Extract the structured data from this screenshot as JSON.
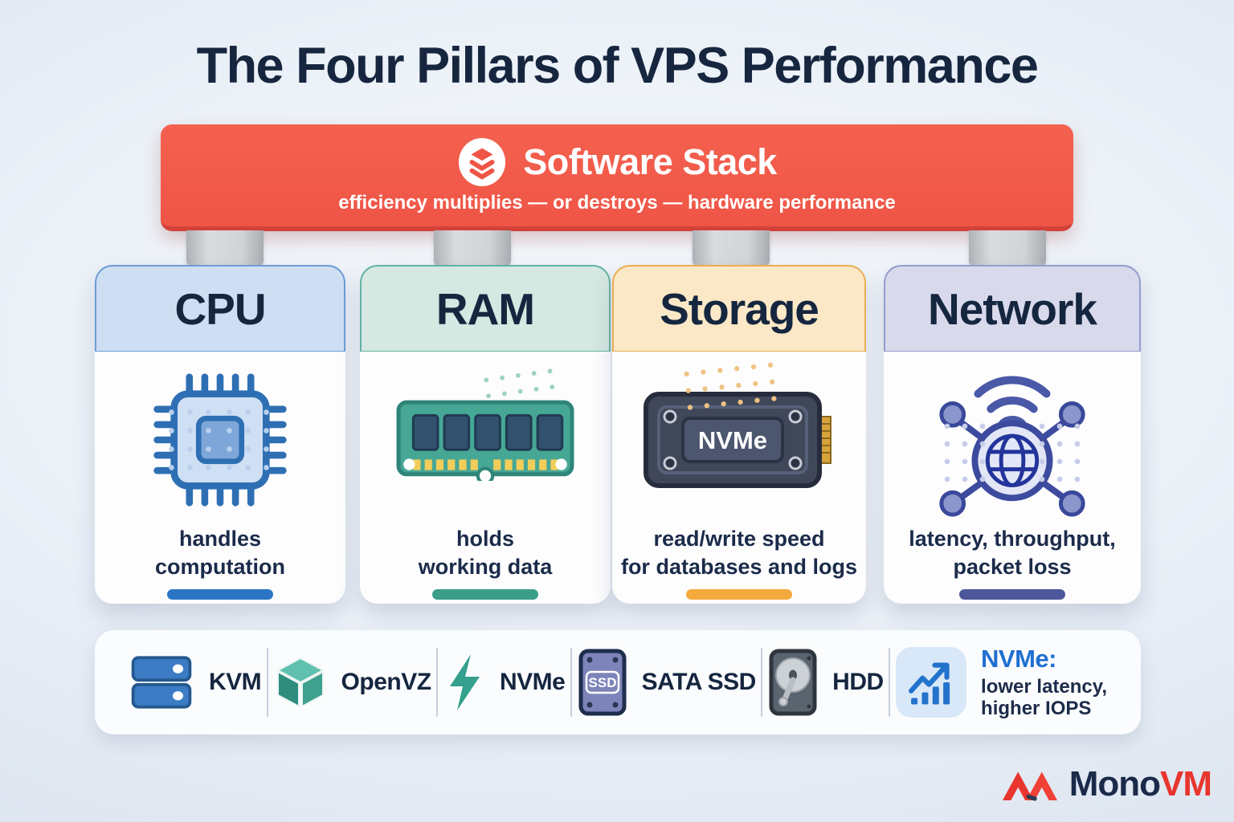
{
  "title": "The Four Pillars of VPS Performance",
  "banner": {
    "title": "Software Stack",
    "subtitle": "efficiency multiplies — or destroys — hardware performance",
    "color": "#ef5546",
    "icon": "layer-stack-icon"
  },
  "pillars": [
    {
      "name": "CPU",
      "description": "handles\ncomputation",
      "icon": "cpu-chip-icon",
      "header_bg": "#cfdff3",
      "header_border": "#6d9cd6",
      "accent_color": "#2b76c4"
    },
    {
      "name": "RAM",
      "description": "holds\nworking data",
      "icon": "ram-stick-icon",
      "header_bg": "#d5e8e1",
      "header_border": "#63b3a2",
      "accent_color": "#3a9e8b"
    },
    {
      "name": "Storage",
      "description": "read/write speed\nfor databases and logs",
      "icon": "nvme-drive-icon",
      "icon_label": "NVMe",
      "header_bg": "#fbe8c7",
      "header_border": "#eaaf52",
      "accent_color": "#f4a93d"
    },
    {
      "name": "Network",
      "description": "latency, throughput,\npacket loss",
      "icon": "globe-network-icon",
      "header_bg": "#d8daeb",
      "header_border": "#959cce",
      "accent_color": "#4d579c"
    }
  ],
  "legend": {
    "items": [
      {
        "label": "KVM",
        "icon": "server-stack-icon"
      },
      {
        "label": "OpenVZ",
        "icon": "cube-icon"
      },
      {
        "label": "NVMe",
        "icon": "lightning-bolt-icon"
      },
      {
        "label": "SATA SSD",
        "icon": "ssd-icon",
        "icon_label": "SSD"
      },
      {
        "label": "HDD",
        "icon": "hdd-icon"
      }
    ],
    "note": {
      "title": "NVMe:",
      "description": "lower latency,\nhigher IOPS",
      "icon": "chart-up-icon",
      "title_color": "#1f6fd0"
    }
  },
  "brand": {
    "name_primary": "Mono",
    "name_accent": "VM"
  }
}
